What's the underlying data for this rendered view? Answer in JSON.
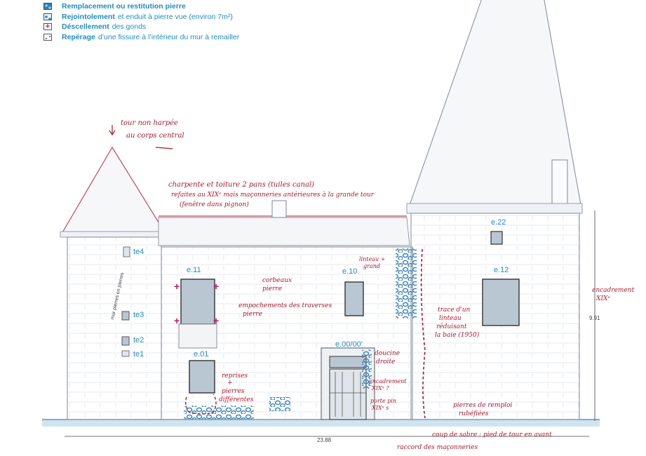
{
  "legend": [
    {
      "icon": "stone-replacement-swatch-icon",
      "bold": "Remplacement ou restitution pierre",
      "rest": ""
    },
    {
      "icon": "joint-render-swatch-icon",
      "bold": "Rejointolement",
      "rest": "et enduit à pierre vue (environ 7m²)"
    },
    {
      "icon": "hinge-plus-swatch-icon",
      "bold": "Déscellement",
      "rest": "des gonds"
    },
    {
      "icon": "crack-dashed-swatch-icon",
      "bold": "Repérage",
      "rest": "d’une fissure à l’intérieur du mur à remailler"
    }
  ],
  "tags": {
    "te4": "te4",
    "te3": "te3",
    "te2": "te2",
    "te1": "te1",
    "e11": "e.11",
    "e10": "e.10",
    "e01": "e.01",
    "e00": "e.00/00'",
    "e22": "e.22",
    "e12": "e.12"
  },
  "dimensions": {
    "width": "23.88",
    "height": "9.91"
  },
  "notes": {
    "tour_l1": "tour non harpée",
    "tour_l2": "au corps central",
    "charp_l1": "charpente et toiture 2 pans (tuiles canal)",
    "charp_l2": "refaites au XIXᵉ mais maçonneries antérieures à la grande tour",
    "charp_l3": "(fenêtre dans pignon)",
    "corbeaux_l1": "corbeaux",
    "corbeaux_l2": "pierre",
    "empoch_l1": "empochements des traverses",
    "empoch_l2": "pierre",
    "linteau_l1": "linteau +",
    "linteau_l2": "grand",
    "doucine_l1": "doucine",
    "doucine_l2": "droite",
    "encadr_l1": "encadrement",
    "encadr_l2": "XIXᵉ ?",
    "porte_l1": "porte pin",
    "porte_l2": "XIXᵉ s",
    "reprises_l1": "reprises",
    "reprises_l2": "+",
    "reprises_l3": "pierres",
    "reprises_l4": "différentes",
    "trace_l1": "trace d'un",
    "trace_l2": "linteau",
    "trace_l3": "réduisant",
    "trace_l4": "la baie (1950)",
    "encadr_right_l1": "encadrement",
    "encadr_right_l2": "XIXᵉ",
    "remploi_l1": "pierres de remploi",
    "remploi_l2": "rubéfiées",
    "sabre": "coup de sabre : pied de tour en avant",
    "raccord": "raccord des maçonneries",
    "tower_pencil": "mur pierres en pierres"
  },
  "colors": {
    "red": "#b0172a",
    "blue": "#1f8fbf",
    "stone": "#2f7fb8",
    "pencil": "#8a8f98"
  }
}
